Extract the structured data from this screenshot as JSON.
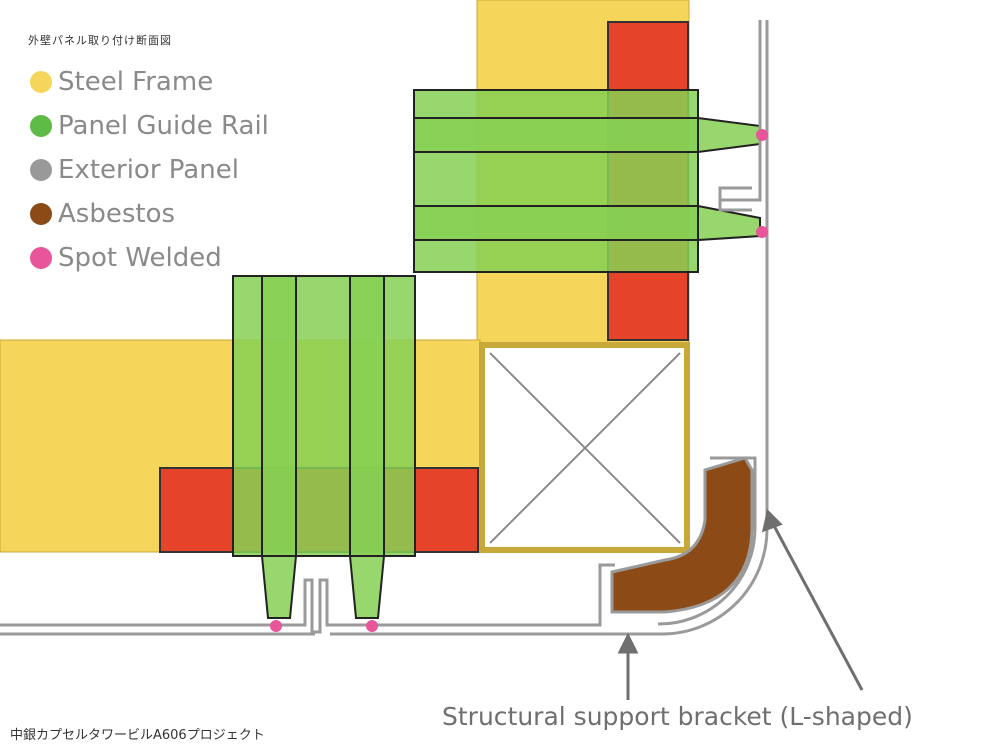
{
  "diagram": {
    "header_text": "外壁パネル取り付け断面図",
    "footer_text": "中銀カプセルタワービルA606プロジェクト",
    "callout_text": "Structural support bracket (L-shaped)"
  },
  "legend": [
    {
      "label": "Steel Frame",
      "color": "#f6d65a"
    },
    {
      "label": "Panel Guide Rail",
      "color": "#5dbb46"
    },
    {
      "label": "Exterior Panel",
      "color": "#999999"
    },
    {
      "label": "Asbestos",
      "color": "#8b4a16"
    },
    {
      "label": "Spot Welded",
      "color": "#e8559a"
    }
  ],
  "colors": {
    "steel_frame": "#f6d65a",
    "steel_red": "#e6442a",
    "guide_rail": "#86d054",
    "panel_line": "#9a9a9a",
    "asbestos": "#8b4a16",
    "weld": "#e8559a"
  }
}
